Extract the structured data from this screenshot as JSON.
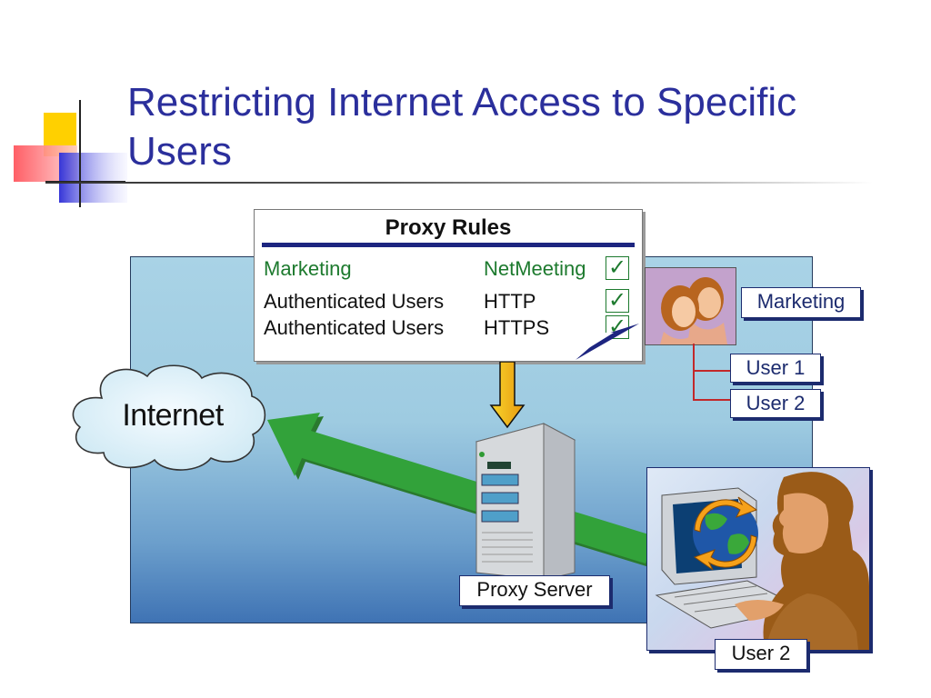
{
  "slide": {
    "title": "Restricting Internet Access to Specific Users"
  },
  "proxy_rules": {
    "title": "Proxy Rules",
    "rows": [
      {
        "group": "Marketing",
        "protocol": "NetMeeting",
        "checked": "✓",
        "color": "#1d7a2e"
      },
      {
        "group": "Authenticated Users",
        "protocol": "HTTP",
        "checked": "✓",
        "color": "#111111"
      },
      {
        "group": "Authenticated Users",
        "protocol": "HTTPS",
        "checked": "✓",
        "color": "#111111"
      }
    ]
  },
  "labels": {
    "internet": "Internet",
    "marketing": "Marketing",
    "user1": "User 1",
    "user2_group": "User 2",
    "proxy_server": "Proxy Server",
    "user2_computer": "User 2"
  },
  "colors": {
    "title": "#2b2f9c",
    "panel_top": "#a9d3e6",
    "panel_bottom": "#3f73b4",
    "arrow": "#2e9a33",
    "marketing_group_bg": "#c3a2cc",
    "tree_lines": "#c2282a"
  },
  "icons": [
    "cloud-icon",
    "server-icon",
    "down-arrow-icon",
    "group-faces-icon",
    "user-at-computer-icon",
    "globe-icon"
  ]
}
